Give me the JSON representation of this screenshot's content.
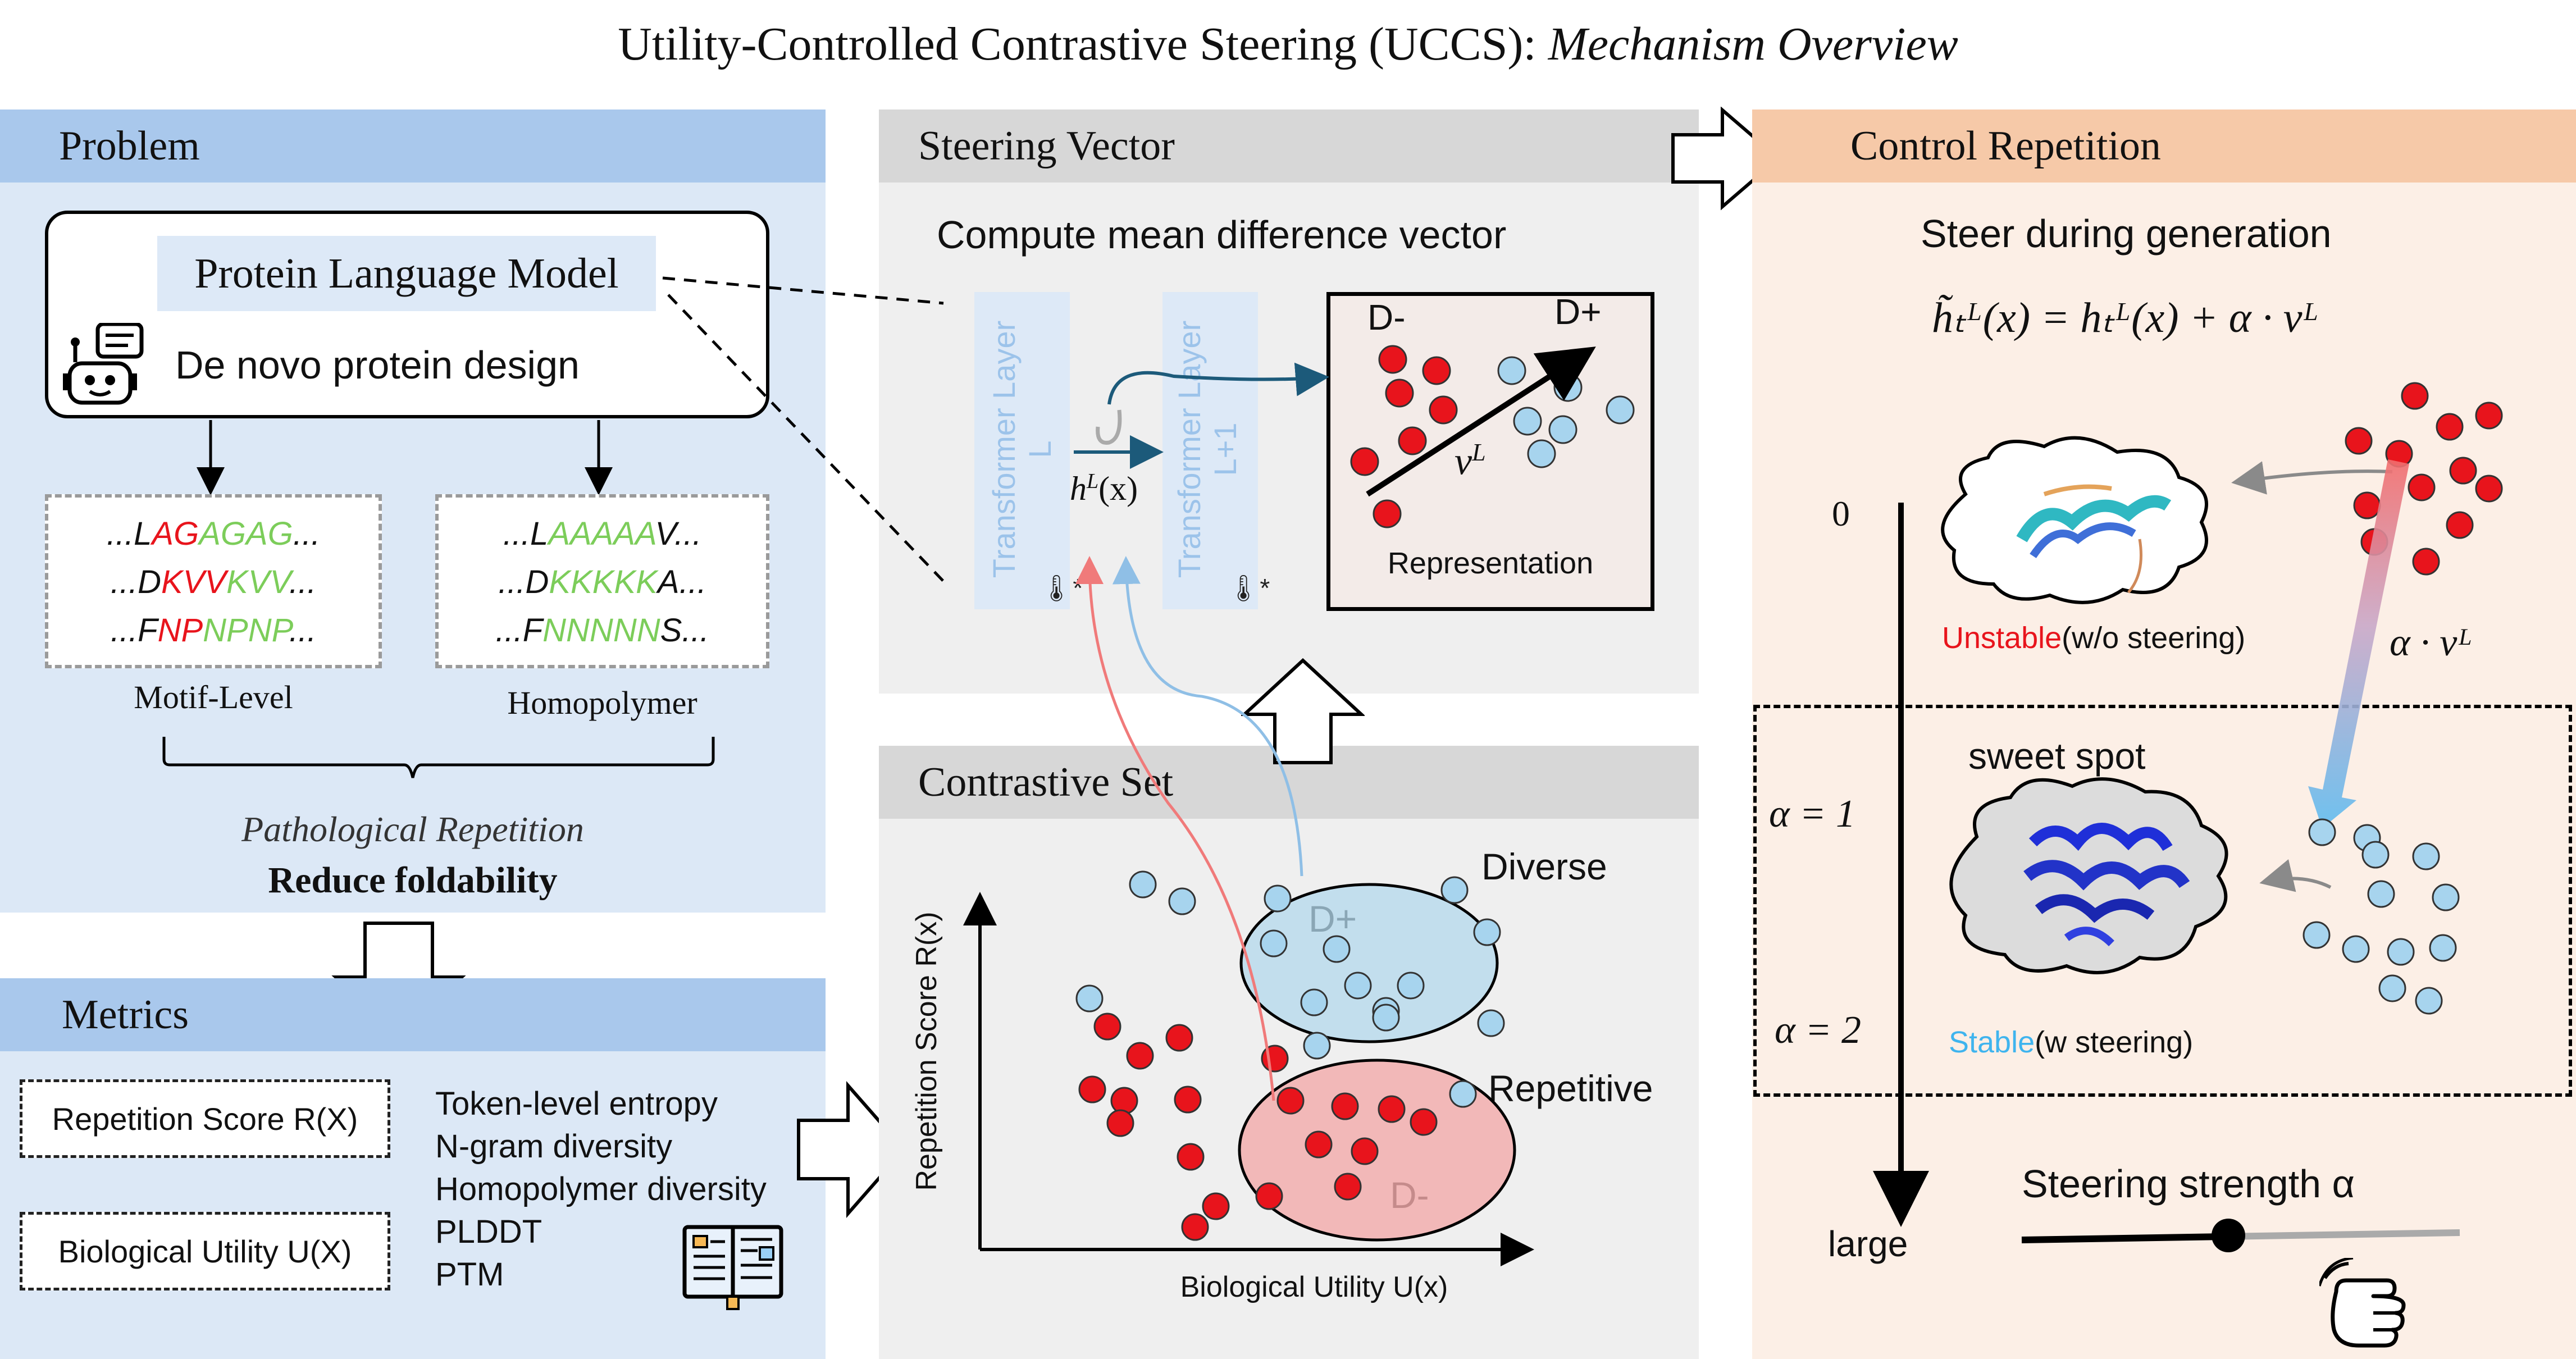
{
  "title": {
    "main": "Utility-Controlled Contrastive Steering (UCCS): ",
    "italic": "Mechanism Overview"
  },
  "problem": {
    "header": "Problem",
    "plm_label": "Protein Language Model",
    "plm_task": "De novo protein design",
    "motif_level": "Motif-Level",
    "homopolymer": "Homopolymer",
    "pathological": "Pathological Repetition",
    "reduce": "Reduce foldability"
  },
  "metrics": {
    "header": "Metrics",
    "box1": "Repetition Score R(X)",
    "box2": "Biological Utility U(X)",
    "list": [
      "Token-level entropy",
      "N-gram diversity",
      "Homopolymer diversity",
      "PLDDT",
      "PTM"
    ]
  },
  "steering": {
    "header": "Steering Vector",
    "subtitle": "Compute mean difference vector",
    "layer_l_line1": "Transformer Layer",
    "layer_l_line2": "L",
    "layer_l1_line1": "Transformer Layer",
    "layer_l1_line2": "L+1",
    "hidden": "h",
    "hidden_sup": "L",
    "hidden_arg": "(x)",
    "d_minus": "D-",
    "d_plus": "D+",
    "vector": "v",
    "vector_sup": "L",
    "representation": "Representation"
  },
  "contrastive": {
    "header": "Contrastive Set",
    "diverse": "Diverse",
    "repetitive": "Repetitive",
    "d_plus": "D+",
    "d_minus": "D-",
    "ylabel": "Repetition Score R(x)",
    "xlabel": "Biological Utility U(x)"
  },
  "control": {
    "header": "Control Repetition",
    "subtitle": "Steer during generation",
    "formula": "h̃ₜᴸ(x) = hₜᴸ(x) + α · vᴸ",
    "zero": "0",
    "alpha1": "α = 1",
    "alpha2": "α = 2",
    "large": "large",
    "unstable": "Unstable",
    "unstable_note": "(w/o steering)",
    "sweet_spot": "sweet spot",
    "stable": "Stable",
    "stable_note": "(w steering)",
    "alpha_v": "α · vᴸ",
    "strength": "Steering strength α"
  },
  "colors": {
    "problem_bg": "#dce8f6",
    "problem_hdr": "#a9c8ec",
    "steer_bg": "#efefef",
    "steer_hdr": "#d7d7d7",
    "control_bg": "#fcefe6",
    "control_hdr": "#f6c9a8",
    "red_dot": "#e8141c",
    "blue_dot": "#a7d4ee",
    "layer_box": "#dde9f7",
    "layer_text": "#9cc3ea"
  }
}
